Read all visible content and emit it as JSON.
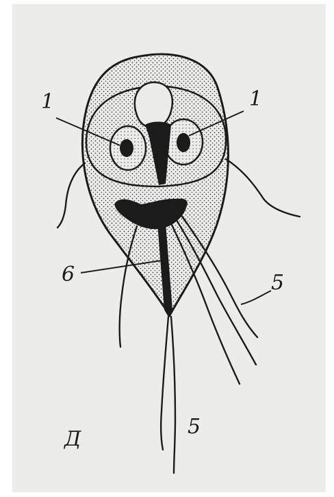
{
  "figure": {
    "colors": {
      "paper": "#ececea",
      "ink": "#1b1b1b",
      "stipple": "#3a3a3a"
    },
    "labels": {
      "label_1_left": "1",
      "label_1_right": "1",
      "label_6": "6",
      "label_5_right": "5",
      "label_5_bottom": "5",
      "panel_letter": "Д"
    }
  }
}
